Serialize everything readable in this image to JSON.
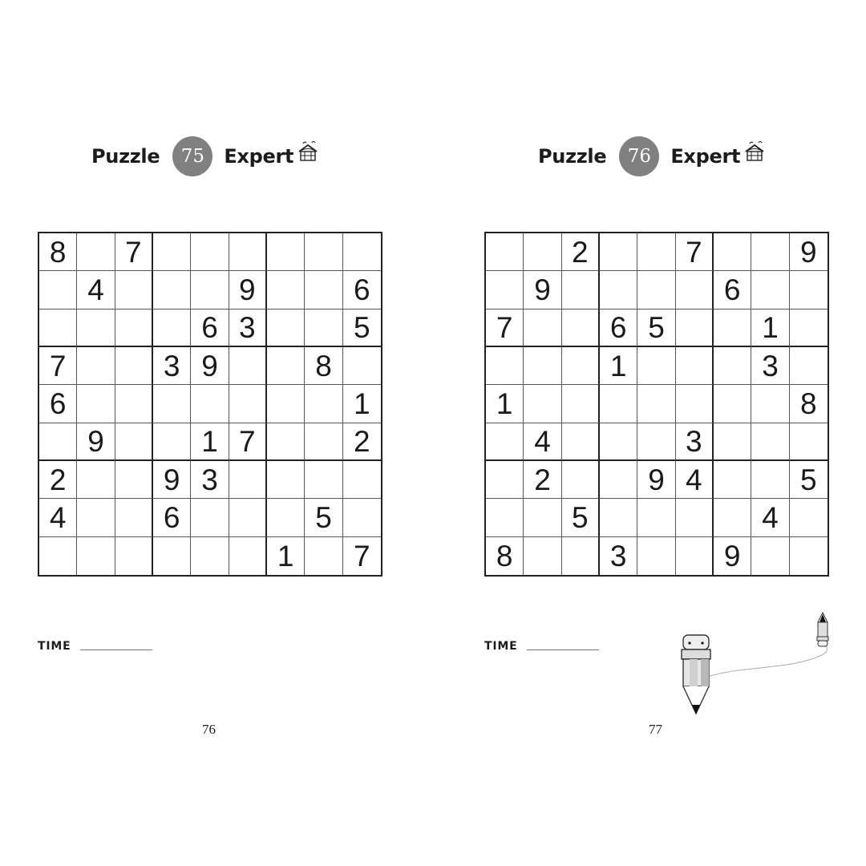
{
  "left_page": {
    "header": {
      "label": "Puzzle",
      "number": "75",
      "difficulty": "Expert",
      "difficulty_icon": "tent-icon"
    },
    "grid": [
      [
        "8",
        "",
        "7",
        "",
        "",
        "",
        "",
        "",
        ""
      ],
      [
        "",
        "4",
        "",
        "",
        "",
        "9",
        "",
        "",
        "6"
      ],
      [
        "",
        "",
        "",
        "",
        "6",
        "3",
        "",
        "",
        "5"
      ],
      [
        "7",
        "",
        "",
        "3",
        "9",
        "",
        "",
        "8",
        ""
      ],
      [
        "6",
        "",
        "",
        "",
        "",
        "",
        "",
        "",
        "1"
      ],
      [
        "",
        "9",
        "",
        "",
        "1",
        "7",
        "",
        "",
        "2"
      ],
      [
        "2",
        "",
        "",
        "9",
        "3",
        "",
        "",
        "",
        ""
      ],
      [
        "4",
        "",
        "",
        "6",
        "",
        "",
        "",
        "5",
        ""
      ],
      [
        "",
        "",
        "",
        "",
        "",
        "",
        "1",
        "",
        "7"
      ]
    ],
    "time_label": "TIME",
    "page_number": "76"
  },
  "right_page": {
    "header": {
      "label": "Puzzle",
      "number": "76",
      "difficulty": "Expert",
      "difficulty_icon": "tent-icon"
    },
    "grid": [
      [
        "",
        "",
        "2",
        "",
        "",
        "7",
        "",
        "",
        "9"
      ],
      [
        "",
        "9",
        "",
        "",
        "",
        "",
        "6",
        "",
        ""
      ],
      [
        "7",
        "",
        "",
        "6",
        "5",
        "",
        "",
        "1",
        ""
      ],
      [
        "",
        "",
        "",
        "1",
        "",
        "",
        "",
        "3",
        ""
      ],
      [
        "1",
        "",
        "",
        "",
        "",
        "",
        "",
        "",
        "8"
      ],
      [
        "",
        "4",
        "",
        "",
        "",
        "3",
        "",
        "",
        ""
      ],
      [
        "",
        "2",
        "",
        "",
        "9",
        "4",
        "",
        "",
        "5"
      ],
      [
        "",
        "",
        "5",
        "",
        "",
        "",
        "",
        "4",
        ""
      ],
      [
        "8",
        "",
        "",
        "3",
        "",
        "",
        "9",
        "",
        ""
      ]
    ],
    "time_label": "TIME",
    "page_number": "77",
    "illustration": "pencil-characters-icon"
  },
  "colors": {
    "badge": "#808080",
    "text": "#1c1c1c",
    "grid_line": "#222222"
  }
}
